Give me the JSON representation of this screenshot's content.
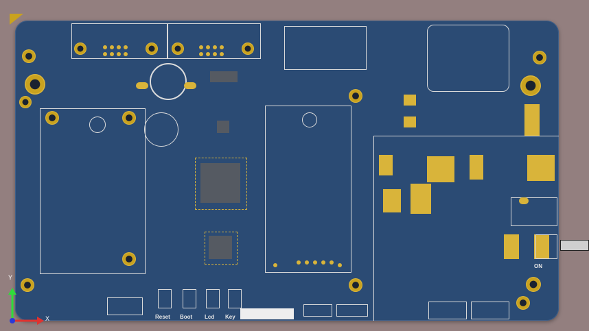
{
  "board": {
    "buttons": [
      "Reset",
      "Boot",
      "Lcd",
      "Key"
    ],
    "power_marker": "ON"
  },
  "axes": {
    "x": "X",
    "y": "Y"
  },
  "colors": {
    "background": "#937f7f",
    "board": "#2b4b74",
    "copper": "#d9b43a",
    "silkscreen": "#dcdcdc"
  }
}
